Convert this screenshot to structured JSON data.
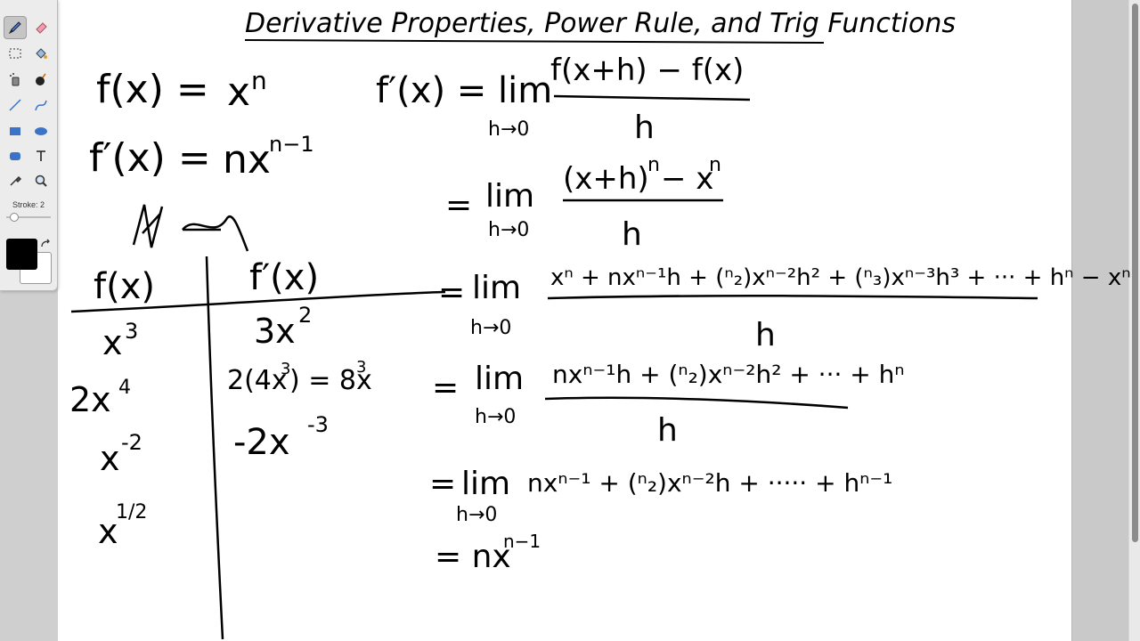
{
  "toolbar": {
    "tools": [
      {
        "name": "pen-tool",
        "icon": "pen-icon",
        "active": true
      },
      {
        "name": "eraser-tool",
        "icon": "eraser-icon"
      },
      {
        "name": "rect-select-tool",
        "icon": "marquee-icon"
      },
      {
        "name": "fill-tool",
        "icon": "paint-bucket-icon"
      },
      {
        "name": "spray-tool",
        "icon": "spray-icon"
      },
      {
        "name": "bomb-tool",
        "icon": "bomb-icon"
      },
      {
        "name": "line-tool",
        "icon": "line-icon"
      },
      {
        "name": "curve-tool",
        "icon": "curve-icon"
      },
      {
        "name": "rectangle-tool",
        "icon": "rectangle-icon"
      },
      {
        "name": "ellipse-tool",
        "icon": "ellipse-icon"
      },
      {
        "name": "rounded-rect-tool",
        "icon": "rounded-rect-icon"
      },
      {
        "name": "text-tool",
        "icon": "text-icon"
      },
      {
        "name": "eyedropper-tool",
        "icon": "eyedropper-icon"
      },
      {
        "name": "zoom-tool",
        "icon": "magnifier-icon"
      }
    ],
    "stroke_label": "Stroke: 2",
    "stroke_value": 2,
    "stroke_color": "#000000",
    "fill_color": "#ffffff"
  },
  "board": {
    "title": "Derivative Properties, Power Rule, and Trig Functions",
    "left": {
      "f_def_lhs": "f(x) = ",
      "f_def_rhs": "x",
      "f_def_exp": "n",
      "fprime_lhs": "f′(x) = ",
      "fprime_rhs": "nx",
      "fprime_exp": "n−1"
    },
    "table": {
      "headers": [
        "f(x)",
        "f′(x)"
      ],
      "rows": [
        {
          "f": "x",
          "f_exp": "3",
          "fp": "3x",
          "fp_exp": "2"
        },
        {
          "f": "2x",
          "f_exp": "4",
          "fp": "2(4x",
          "fp_mid_exp": "3",
          "fp_tail": ") = 8x",
          "fp_exp": "3"
        },
        {
          "f": "x",
          "f_exp": "-2",
          "fp": "-2x",
          "fp_exp": "-3"
        },
        {
          "f": "x",
          "f_exp": "1/2",
          "fp": "",
          "fp_exp": ""
        }
      ]
    },
    "derivation": {
      "line1_lhs": "f′(x) = lim",
      "lim_sub": "h→0",
      "line1_num": "f(x+h) − f(x)",
      "den": "h",
      "line2_num": "(x+h)",
      "line2_num_exp": "n",
      "line2_num_tail": " − x",
      "line2_num_tail_exp": "n",
      "line3_num": "xⁿ + nxⁿ⁻¹h + (ⁿ₂)xⁿ⁻²h² + (ⁿ₃)xⁿ⁻³h³ + ··· + hⁿ − xⁿ",
      "line4_num": "nxⁿ⁻¹h + (ⁿ₂)xⁿ⁻²h² + ··· + hⁿ",
      "line5": "nxⁿ⁻¹ + (ⁿ₂)xⁿ⁻²h + ····· + hⁿ⁻¹",
      "line6": "= nx",
      "line6_exp": "n−1",
      "lim": "lim",
      "eq": "="
    }
  }
}
